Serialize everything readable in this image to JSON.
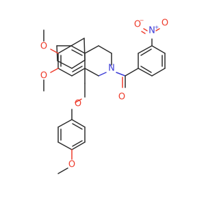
{
  "colors": {
    "bond": "#2b2b2b",
    "oxygen": "#ee3a2a",
    "nitrogen": "#3b3bd6"
  },
  "atoms": {
    "o_methoxy_6": "O",
    "o_methoxy_7": "O",
    "n_ring": "N",
    "o_carbonyl": "O",
    "n_nitro": "N",
    "n_nitro_charge": "+",
    "o_nitro_a": "O",
    "o_nitro_b": "O",
    "o_nitro_b_charge": "−",
    "o_ether": "O",
    "o_methoxy_4": "O"
  }
}
